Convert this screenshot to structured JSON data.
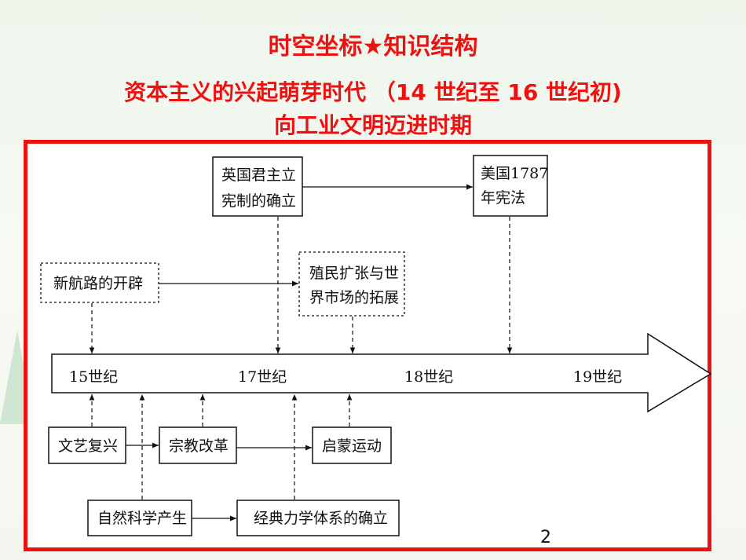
{
  "slide": {
    "title": "时空坐标★知识结构",
    "subtitle_line1": "资本主义的兴起萌芽时代 （14 世纪至 16 世纪初)",
    "subtitle_line2": "向工业文明迈进时期",
    "page_number": "2",
    "accent_color": "#ee1111"
  },
  "diagram": {
    "timeline": [
      "15世纪",
      "17世纪",
      "18世纪",
      "19世纪"
    ],
    "above": {
      "england": [
        "英国君主立",
        "宪制的确立"
      ],
      "usa": [
        "美国1787",
        "年宪法"
      ],
      "new_route": "新航路的开辟",
      "colonial": [
        "殖民扩张与世",
        "界市场的拓展"
      ]
    },
    "below": {
      "renaissance": "文艺复兴",
      "reformation": "宗教改革",
      "enlightenment": "启蒙运动",
      "science": "自然科学产生",
      "classical": "经典力学体系的确立"
    }
  }
}
